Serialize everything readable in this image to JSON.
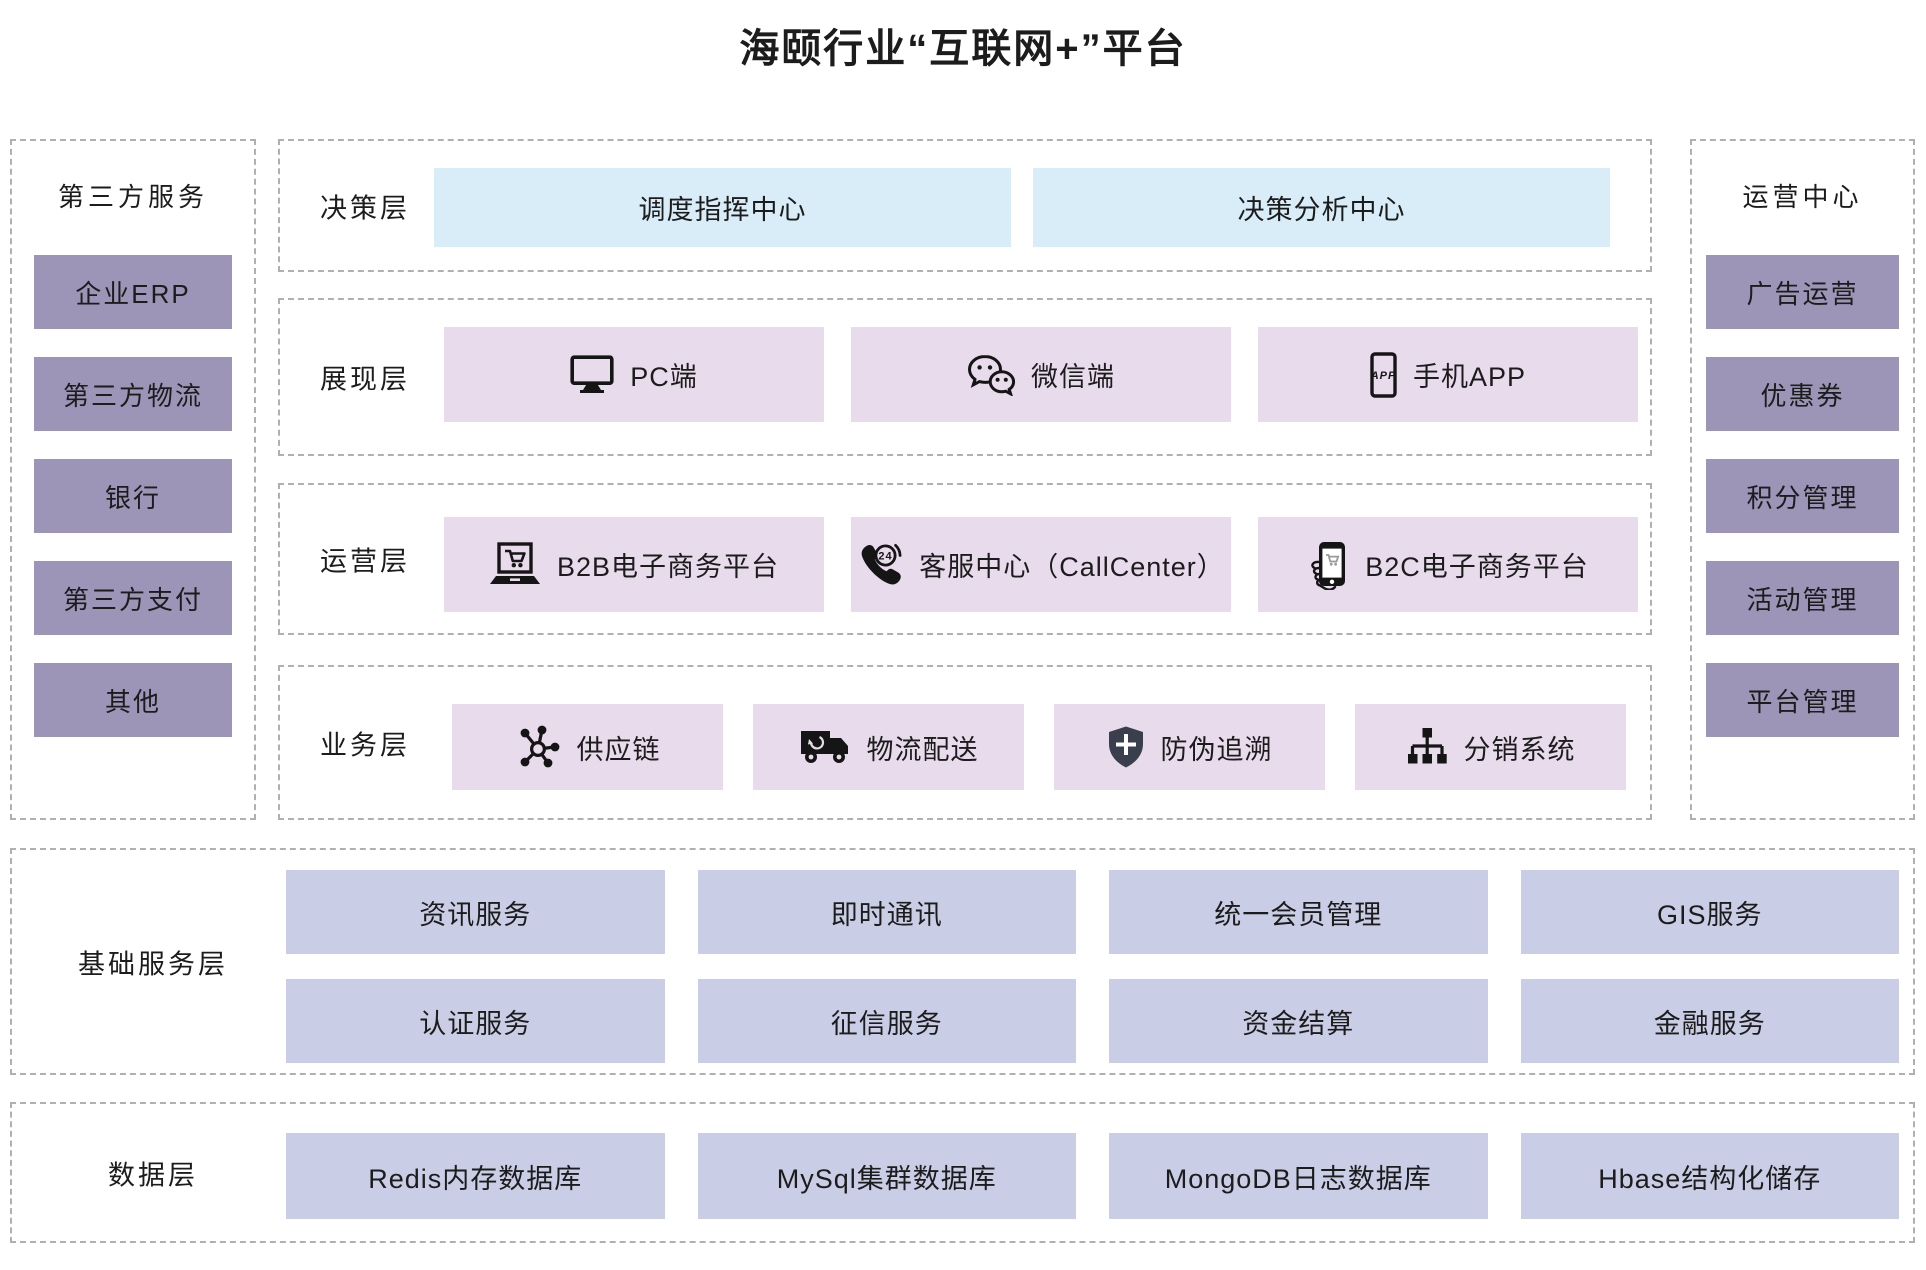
{
  "title": "海颐行业“互联网+”平台",
  "left_panel": {
    "header": "第三方服务",
    "items": [
      {
        "label": "企业ERP"
      },
      {
        "label": "第三方物流"
      },
      {
        "label": "银行"
      },
      {
        "label": "第三方支付"
      },
      {
        "label": "其他"
      }
    ]
  },
  "right_panel": {
    "header": "运营中心",
    "items": [
      {
        "label": "广告运营"
      },
      {
        "label": "优惠券"
      },
      {
        "label": "积分管理"
      },
      {
        "label": "活动管理"
      },
      {
        "label": "平台管理"
      }
    ]
  },
  "layers": {
    "decision": {
      "label": "决策层",
      "items": [
        {
          "label": "调度指挥中心"
        },
        {
          "label": "决策分析中心"
        }
      ]
    },
    "presentation": {
      "label": "展现层",
      "items": [
        {
          "label": "PC端",
          "icon": "monitor-icon"
        },
        {
          "label": "微信端",
          "icon": "wechat-icon"
        },
        {
          "label": "手机APP",
          "icon": "mobile-app-icon",
          "icon_text": "APP"
        }
      ]
    },
    "operation": {
      "label": "运营层",
      "items": [
        {
          "label": "B2B电子商务平台",
          "icon": "laptop-cart-icon"
        },
        {
          "label": "客服中心（CallCenter）",
          "icon": "callcenter-24-icon",
          "icon_text": "24"
        },
        {
          "label": "B2C电子商务平台",
          "icon": "hand-phone-cart-icon"
        }
      ]
    },
    "business": {
      "label": "业务层",
      "items": [
        {
          "label": "供应链",
          "icon": "supply-chain-icon"
        },
        {
          "label": "物流配送",
          "icon": "truck-icon"
        },
        {
          "label": "防伪追溯",
          "icon": "shield-plus-icon"
        },
        {
          "label": "分销系统",
          "icon": "distribution-sitemap-icon"
        }
      ]
    },
    "base_service": {
      "label": "基础服务层",
      "rows": [
        [
          "资讯服务",
          "即时通讯",
          "统一会员管理",
          "GIS服务"
        ],
        [
          "认证服务",
          "征信服务",
          "资金结算",
          "金融服务"
        ]
      ]
    },
    "data": {
      "label": "数据层",
      "items": [
        "Redis内存数据库",
        "MySql集群数据库",
        "MongoDB日志数据库",
        "Hbase结构化储存"
      ]
    }
  },
  "colors": {
    "side_box": "#9c95b7",
    "decision_box": "#d9edf8",
    "middle_box": "#e8dbec",
    "service_box": "#c9cde5",
    "dashed_border": "#b0b0b0",
    "shield_fill": "#3a3f4e"
  }
}
